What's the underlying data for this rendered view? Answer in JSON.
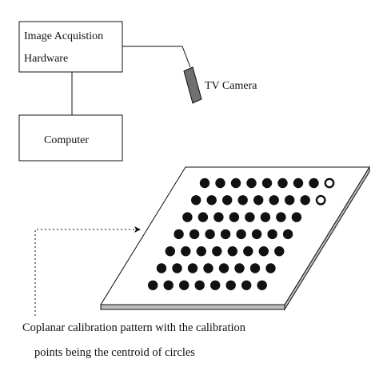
{
  "hardware_box": {
    "line1": "Image Acquistion",
    "line2": "Hardware"
  },
  "camera": {
    "label": "TV Camera"
  },
  "computer_box": {
    "label": "Computer"
  },
  "pattern": {
    "rows": [
      {
        "filled": 8,
        "hollow": 1
      },
      {
        "filled": 8,
        "hollow": 1
      },
      {
        "filled": 8,
        "hollow": 0
      },
      {
        "filled": 8,
        "hollow": 0
      },
      {
        "filled": 8,
        "hollow": 0
      },
      {
        "filled": 8,
        "hollow": 0
      },
      {
        "filled": 8,
        "hollow": 0
      }
    ]
  },
  "caption": {
    "line1": "Coplanar calibration pattern with the calibration",
    "line2": "points being the centroid of circles"
  },
  "colors": {
    "ink": "#111111",
    "camera_fill": "#707070",
    "plate_edge": "#bdbdbd"
  }
}
